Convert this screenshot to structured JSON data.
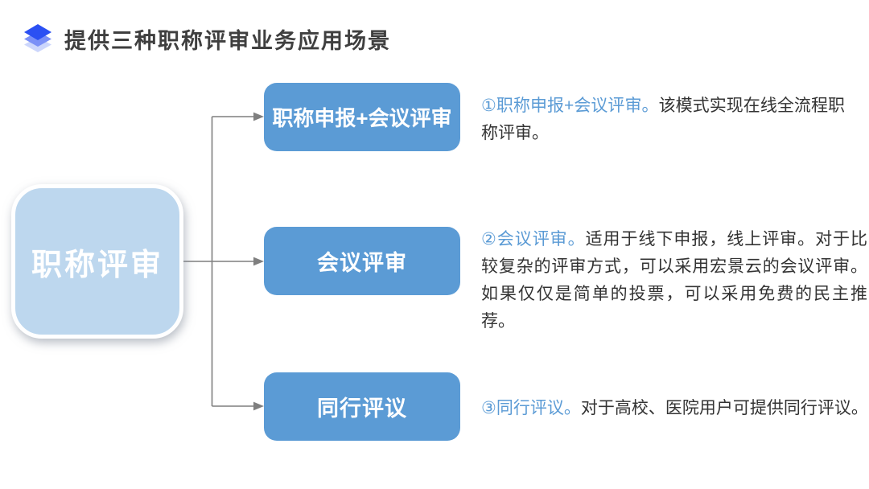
{
  "header": {
    "icon": "stacked-layers-icon",
    "title": "提供三种职称评审业务应用场景"
  },
  "root_node": {
    "label": "职称评审"
  },
  "scenarios": [
    {
      "box_label": "职称申报+会议评审",
      "lead": "①职称申报+会议评审。",
      "body": "该模式实现在线全流程职称评审。"
    },
    {
      "box_label": "会议评审",
      "lead": "②会议评审。",
      "body": "适用于线下申报，线上评审。对于比较复杂的评审方式，可以采用宏景云的会议评审。如果仅仅是简单的投票，可以采用免费的民主推荐。"
    },
    {
      "box_label": "同行评议",
      "lead": "③同行评议。",
      "body": "对于高校、医院用户可提供同行评议。"
    }
  ],
  "colors": {
    "scenario_box_blue": "#5b9bd5",
    "root_box_light_blue": "#bdd7ee",
    "lead_text_blue": "#5b9bd5",
    "body_text": "#333333",
    "title_text": "#3f3f3f",
    "connector_gray": "#7f7f7f",
    "icon_top_blue": "#2b50f3",
    "icon_mid_blue": "#7b90f7",
    "icon_bottom_blue": "#ccd6fc"
  }
}
